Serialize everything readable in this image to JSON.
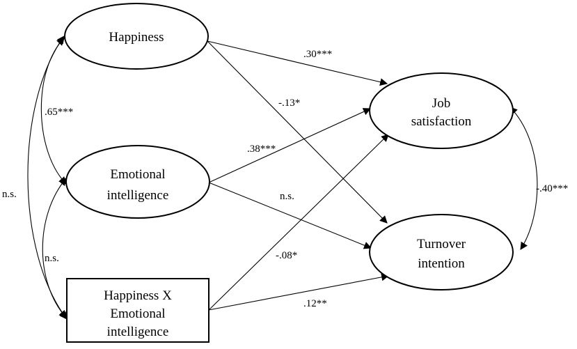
{
  "nodes": {
    "happiness": {
      "lines": [
        "Happiness"
      ]
    },
    "emotional_intelligence": {
      "lines": [
        "Emotional",
        "intelligence"
      ]
    },
    "interaction": {
      "lines": [
        "Happiness X",
        "Emotional",
        "intelligence"
      ]
    },
    "job_satisfaction": {
      "lines": [
        "Job",
        "satisfaction"
      ]
    },
    "turnover_intention": {
      "lines": [
        "Turnover",
        "intention"
      ]
    }
  },
  "paths": {
    "happiness_to_job_satisfaction": ".30***",
    "happiness_to_turnover_intention": "-.13*",
    "ei_to_job_satisfaction": ".38***",
    "ei_to_turnover_intention": "n.s.",
    "interaction_to_job_satisfaction": "-.08*",
    "interaction_to_turnover_intention": ".12**"
  },
  "correlations": {
    "happiness_with_ei": ".65***",
    "ei_with_interaction": "n.s.",
    "happiness_with_interaction": "n.s.",
    "job_satisfaction_with_turnover_intention": "-.40***"
  }
}
